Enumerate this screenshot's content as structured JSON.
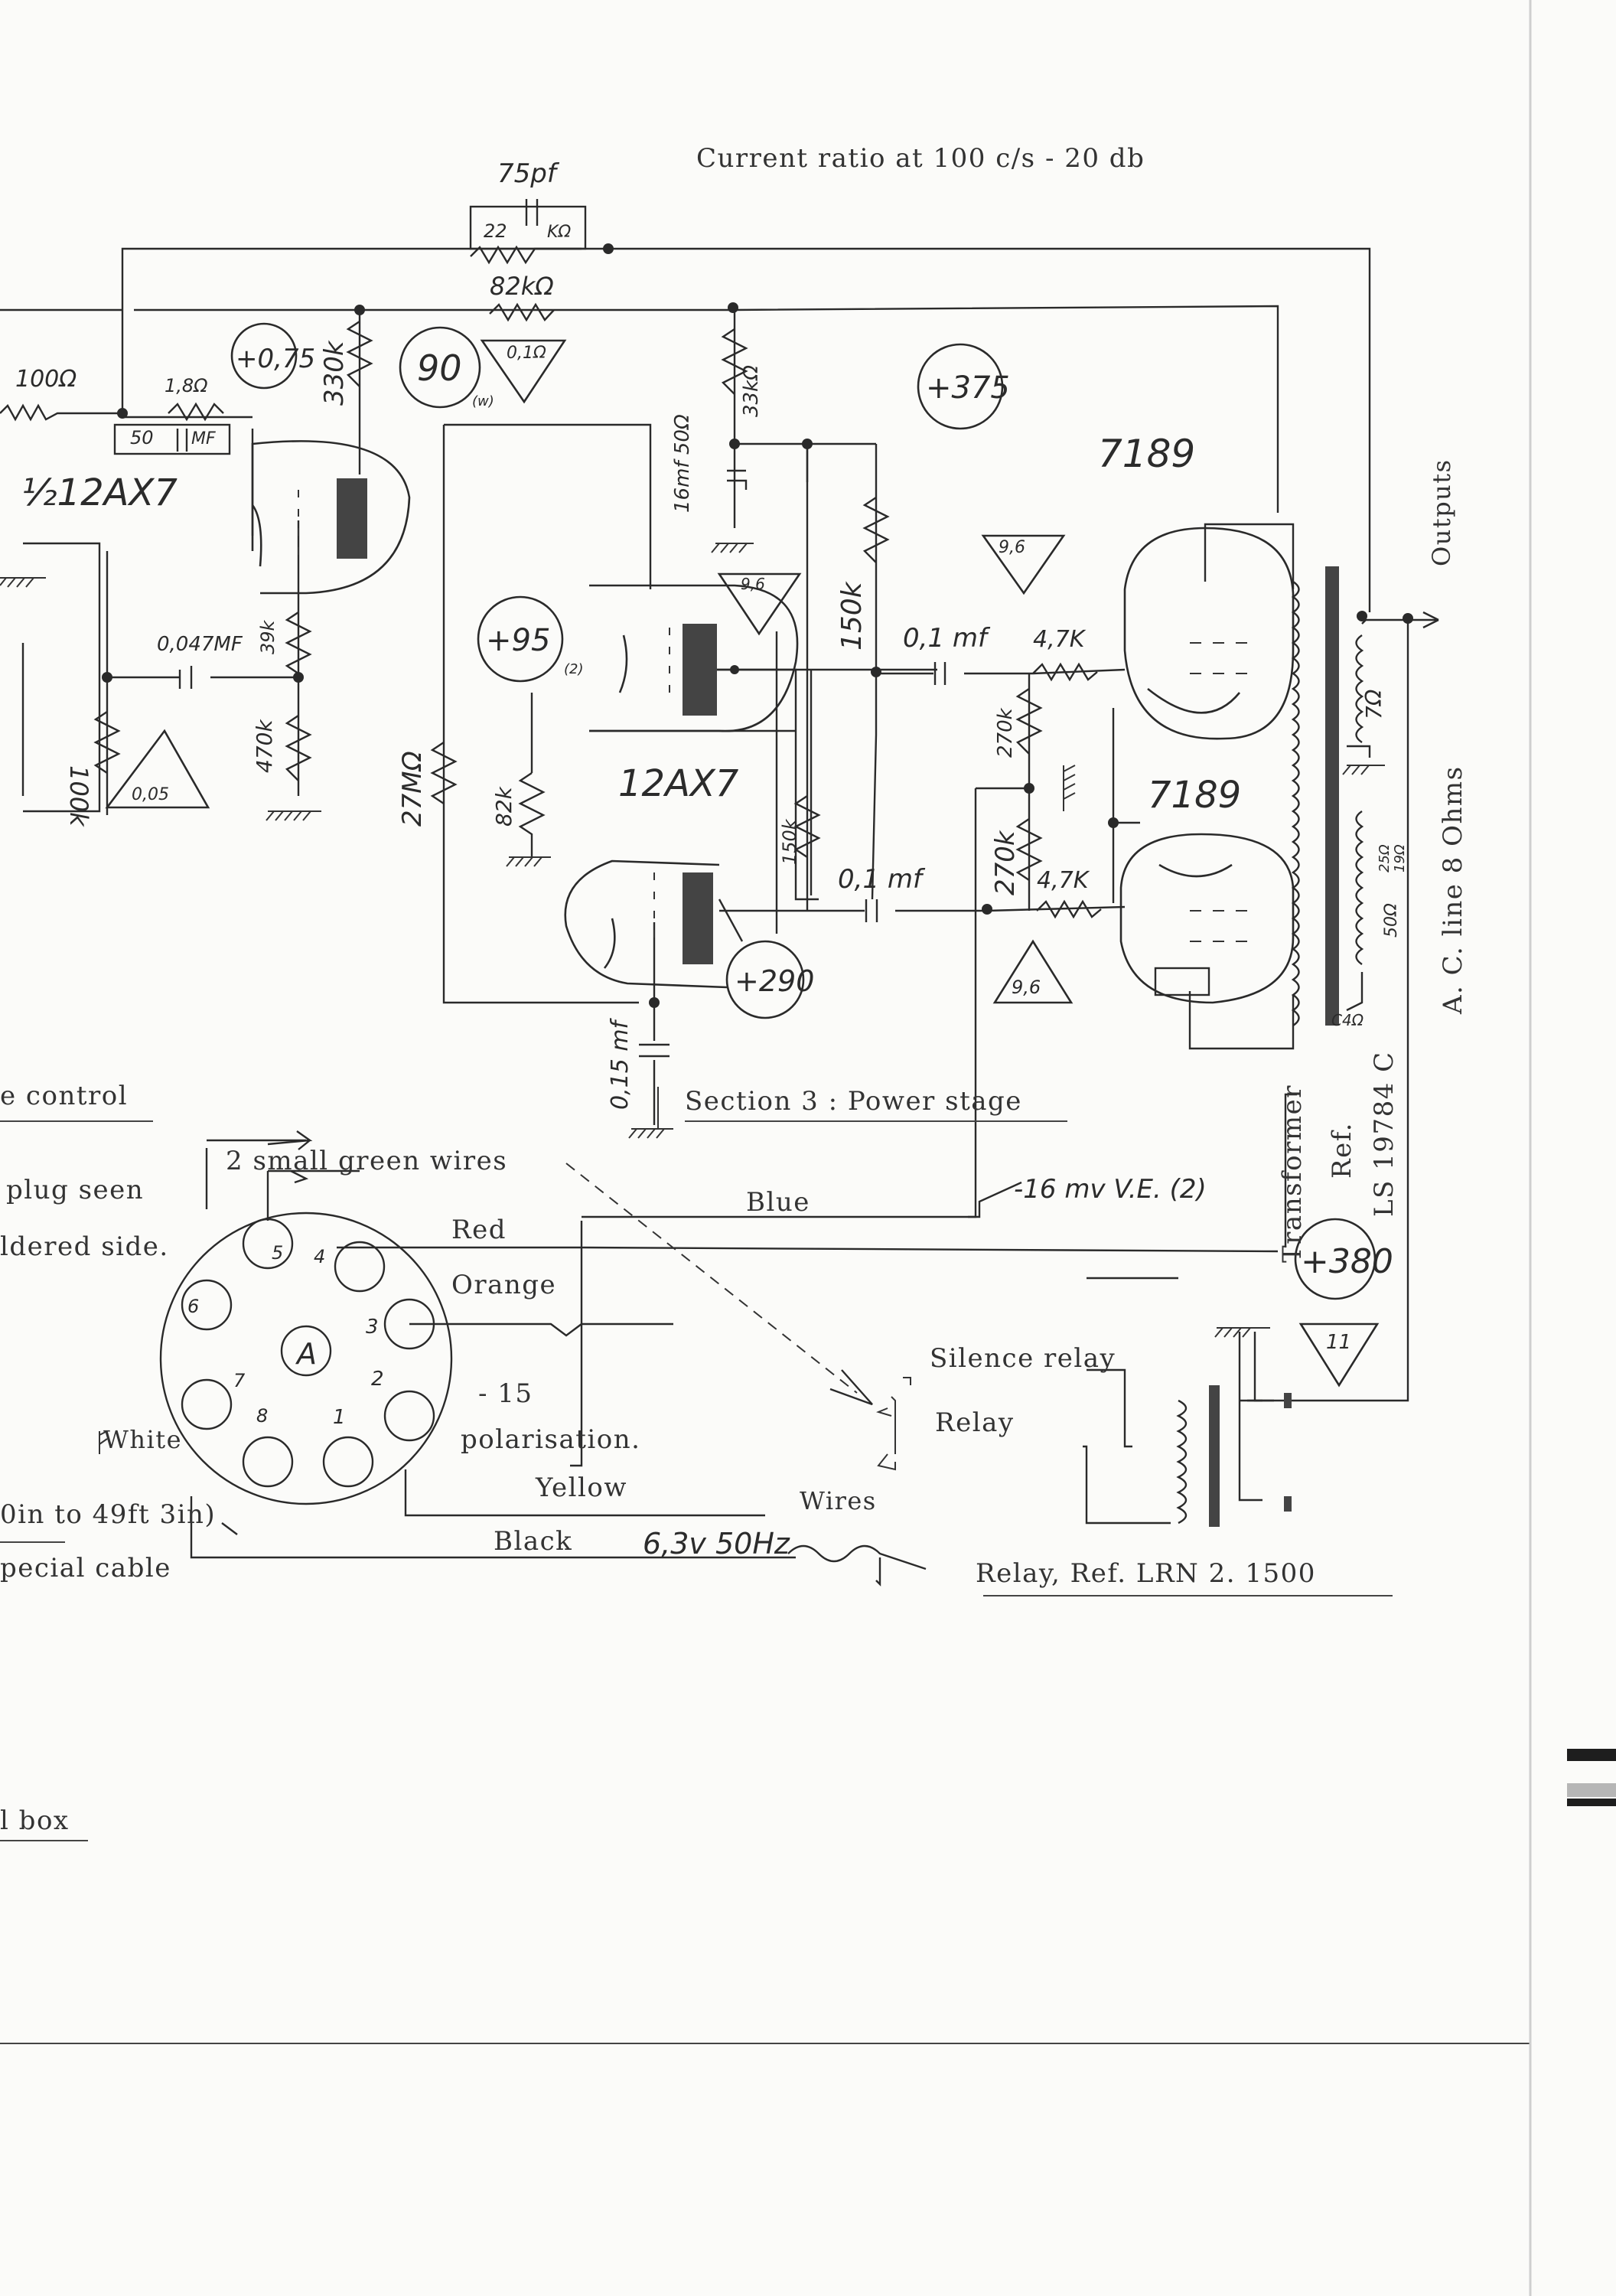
{
  "header": {
    "current_ratio": "Current ratio at 100 c/s - 20 db"
  },
  "tubes": {
    "v1": "½12AX7",
    "v2": "12AX7",
    "v3": "7189",
    "v4": "7189"
  },
  "voltages": [
    "+0,75",
    "90",
    "0,1Ω",
    "+375",
    "9,6",
    "+95",
    "+290",
    "9,6",
    "9,6",
    "0,05",
    "+380",
    "11"
  ],
  "components": {
    "c_feedback": "75pf",
    "r_feedback_a": "22",
    "r_feedback_b": "KΩ",
    "r_82k": "82kΩ",
    "r_100": "100Ω",
    "r_1_8": "1,8Ω",
    "c_50mf": "50",
    "c_50mf_unit": "MF",
    "r_330k": "330k",
    "r_33k": "33kΩ",
    "c_16mf": "16mf 50Ω",
    "c_0047": "0,047MF",
    "r_39k": "39k",
    "r_470k": "470k",
    "r_100k": "100k",
    "r_27m": "27MΩ",
    "r_82k_b": "82k",
    "r_150k_a": "150k",
    "r_150k_b": "150k",
    "c_01_a": "0,1 mf",
    "c_01_b": "0,1 mf",
    "r_47_a": "4,7K",
    "r_47_b": "4,7K",
    "r_270_a": "270k",
    "r_270_b": "270k",
    "c_015": "0,15 mf",
    "r_7": "7Ω"
  },
  "transformer": {
    "label": "Transformer",
    "ref": "Ref.",
    "model": "LS 19784 C",
    "taps": [
      "C4Ω",
      "50Ω",
      "19Ω",
      "25Ω"
    ]
  },
  "outputs": {
    "label": "Outputs",
    "line": "A. C. line 8 Ohms"
  },
  "section": "Section 3 : Power stage",
  "left_fragments": {
    "control": "e control",
    "plug": "plug seen",
    "soldered": "ldered side.",
    "range": "0in to 49ft 3in)",
    "cable": "pecial cable",
    "box": "l box"
  },
  "plug": {
    "letter": "A",
    "pins": [
      "1",
      "2",
      "3",
      "4",
      "5",
      "6",
      "7",
      "8"
    ]
  },
  "wires": {
    "green": "2 small green wires",
    "blue": "Blue",
    "red": "Red",
    "orange": "Orange",
    "bias_value": "- 15",
    "bias_label": "polarisation.",
    "white": "White",
    "yellow": "Yellow",
    "black": "Black",
    "heater": "6,3v 50Hz",
    "wires": "Wires",
    "vf": "-16 mv V.E. (2)"
  },
  "relay": {
    "silence": "Silence relay",
    "relay": "Relay",
    "ref": "Relay, Ref. LRN 2. 1500"
  },
  "tube_pin_labels": {
    "w": "(w)",
    "two": "(2)"
  }
}
